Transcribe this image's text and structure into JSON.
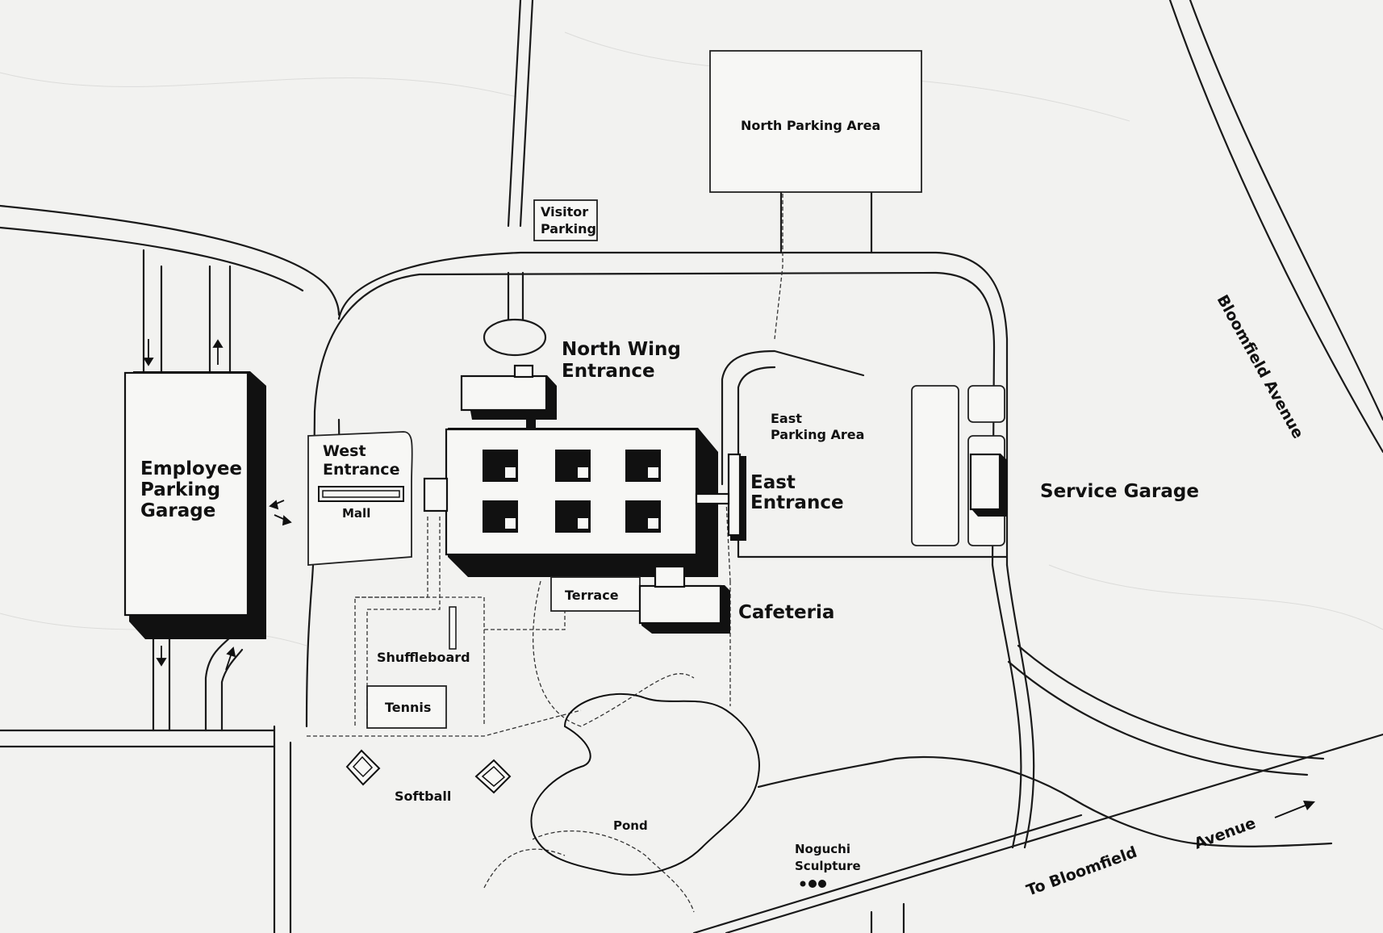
{
  "map": {
    "labels": {
      "north_parking": "North Parking Area",
      "visitor_parking_1": "Visitor",
      "visitor_parking_2": "Parking",
      "north_wing_1": "North Wing",
      "north_wing_2": "Entrance",
      "employee_1": "Employee",
      "employee_2": "Parking",
      "employee_3": "Garage",
      "west_entrance_1": "West",
      "west_entrance_2": "Entrance",
      "mall": "Mall",
      "east_parking_1": "East",
      "east_parking_2": "Parking Area",
      "east_entrance_1": "East",
      "east_entrance_2": "Entrance",
      "service_garage": "Service Garage",
      "terrace": "Terrace",
      "cafeteria": "Cafeteria",
      "shuffleboard": "Shuffleboard",
      "tennis": "Tennis",
      "softball": "Softball",
      "pond": "Pond",
      "noguchi_1": "Noguchi",
      "noguchi_2": "Sculpture",
      "bloomfield_avenue_ne": "Bloomfield Avenue",
      "to_bloomfield": "To Bloomfield",
      "avenue_se": "Avenue"
    },
    "colors": {
      "paper": "#f2f2f0",
      "ink": "#111111"
    }
  }
}
